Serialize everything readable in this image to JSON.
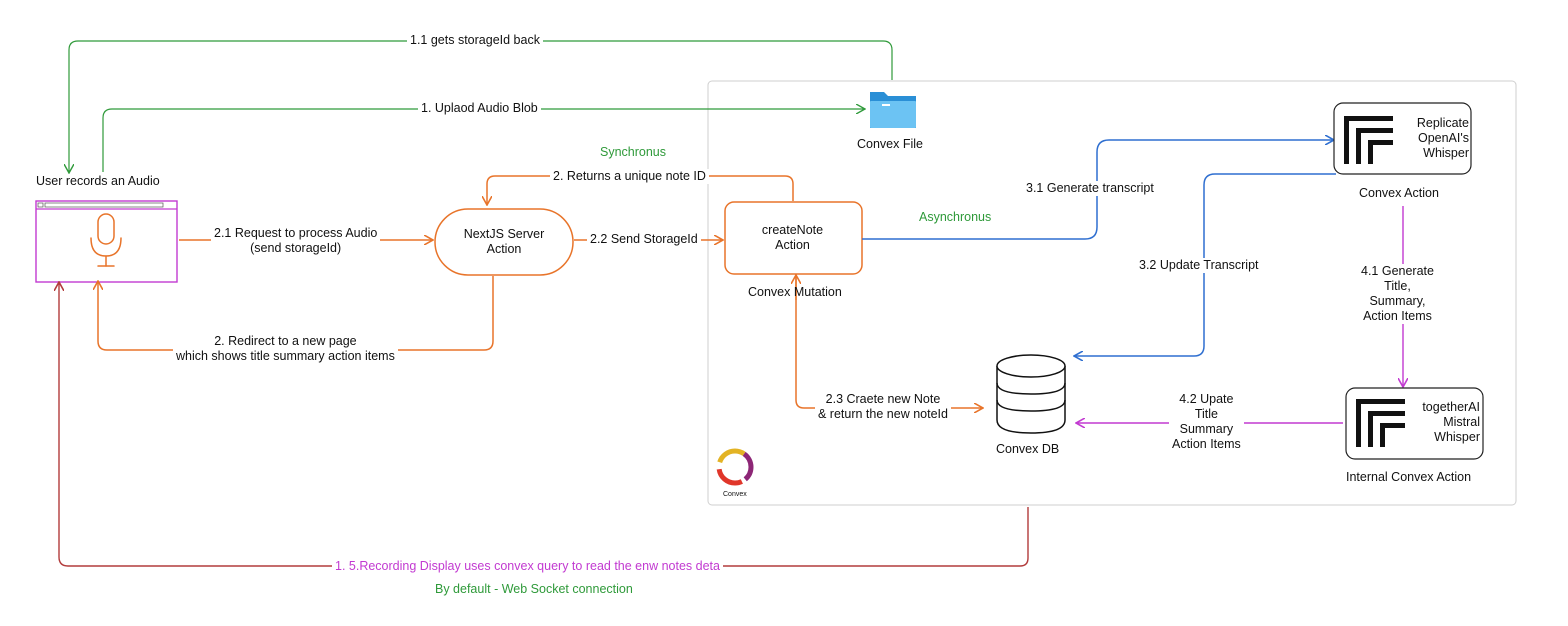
{
  "labels": {
    "gets_storage_id_back": "1.1 gets storageId back",
    "upload_audio_blob": "1. Uplaod Audio Blob",
    "convex_file": "Convex File",
    "synchronus": "Synchronus",
    "returns_note_id": "2. Returns a unique note ID",
    "user_records_audio": "User records an Audio",
    "request_process_audio": "2.1 Request to process Audio\n(send storageId)",
    "nextjs_server_action": "NextJS Server\nAction",
    "send_storage_id": "2.2 Send StorageId",
    "create_note_action": "createNote\nAction",
    "convex_mutation": "Convex Mutation",
    "asynchronus": "Asynchronus",
    "generate_transcript": "3.1 Generate transcript",
    "update_transcript": "3.2 Update Transcript",
    "replicate_whisper": "Replicate\nOpenAI's\nWhisper",
    "convex_action": "Convex Action",
    "generate_title_summary": "4.1 Generate\nTitle,\nSummary,\nAction Items",
    "redirect_new_page": "2. Redirect to a new page\nwhich shows title summary action items",
    "create_new_note": "2.3 Craete new Note\n& return the new noteId",
    "convex_db": "Convex DB",
    "update_title_summary": "4.2 Upate\nTitle\nSummary\nAction Items",
    "together_ai": "togetherAI\nMistral\nWhisper",
    "internal_convex_action": "Internal Convex Action",
    "convex_logo_text": "Convex",
    "recording_display": "1. 5.Recording Display uses convex query to read the enw notes deta",
    "web_socket": "By default - Web Socket connection"
  },
  "colors": {
    "green": "#2f9a3a",
    "orange": "#e8742a",
    "blue": "#2f6fd0",
    "magenta": "#c23ad1",
    "darkred": "#b23b3b",
    "gray": "#cfcfcf"
  },
  "icons": {
    "mic": "microphone-icon",
    "folder": "folder-icon",
    "database": "database-icon",
    "replicate": "replicate-logo-icon",
    "together": "together-logo-icon",
    "convex": "convex-logo-icon"
  }
}
